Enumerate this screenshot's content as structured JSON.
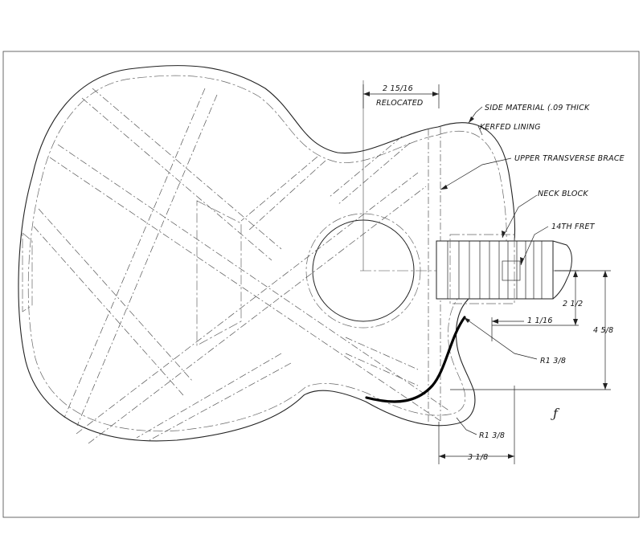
{
  "labels": {
    "side_material": "SIDE MATERIAL (.09 THICK",
    "kerfed_lining": "KERFED LINING",
    "upper_transverse_brace": "UPPER TRANSVERSE BRACE",
    "neck_block": "NECK BLOCK",
    "fret_14": "14TH FRET"
  },
  "dimensions": {
    "relocated_width": "2 15/16",
    "relocated_note": "RELOCATED",
    "dim_2_1_2": "2 1/2",
    "dim_1_1_16": "1 1/16",
    "dim_4_5_8": "4 5/8",
    "radius_upper": "R1 3/8",
    "radius_lower": "R1 3/8",
    "dim_3_1_8": "3 1/8"
  },
  "mark": "ƒ"
}
